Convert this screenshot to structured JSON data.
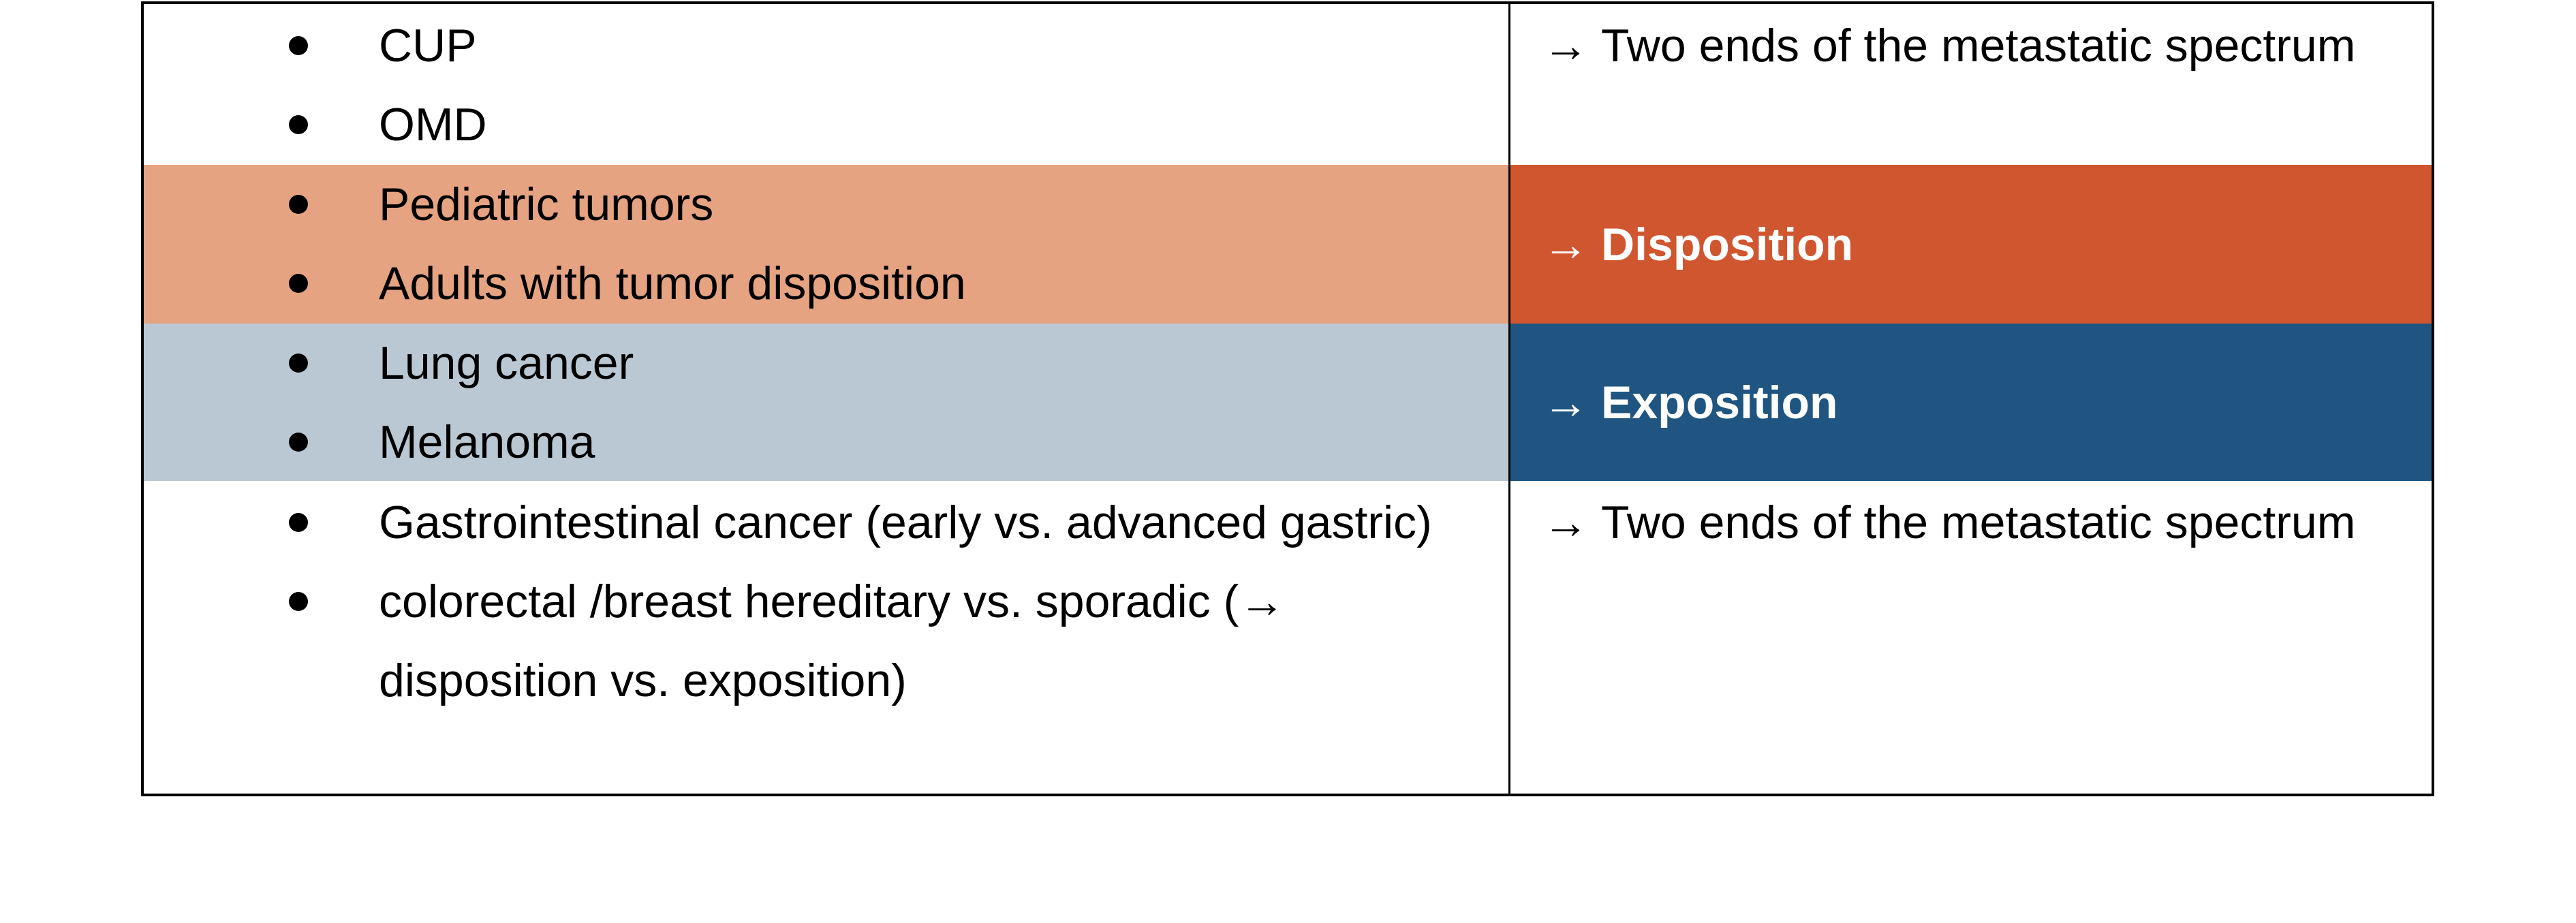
{
  "colors": {
    "disposition_light": "#E5A382",
    "disposition_dark": "#D05630",
    "exposition_light": "#BAC8D3",
    "exposition_dark": "#1F5580"
  },
  "rows": [
    {
      "items": [
        "CUP",
        "OMD"
      ],
      "arrow": "→",
      "result": "Two ends of the metastatic spectrum"
    },
    {
      "items": [
        "Pediatric tumors",
        "Adults with tumor disposition"
      ],
      "arrow": "→",
      "result": "Disposition"
    },
    {
      "items": [
        "Lung cancer",
        "Melanoma"
      ],
      "arrow": "→",
      "result": "Exposition"
    },
    {
      "items": [
        "Gastrointestinal cancer (early vs. advanced gastric)",
        "colorectal /breast hereditary vs. sporadic (→ disposition vs. exposition)"
      ],
      "arrow": "→",
      "result": "Two ends of the metastatic spectrum"
    }
  ]
}
